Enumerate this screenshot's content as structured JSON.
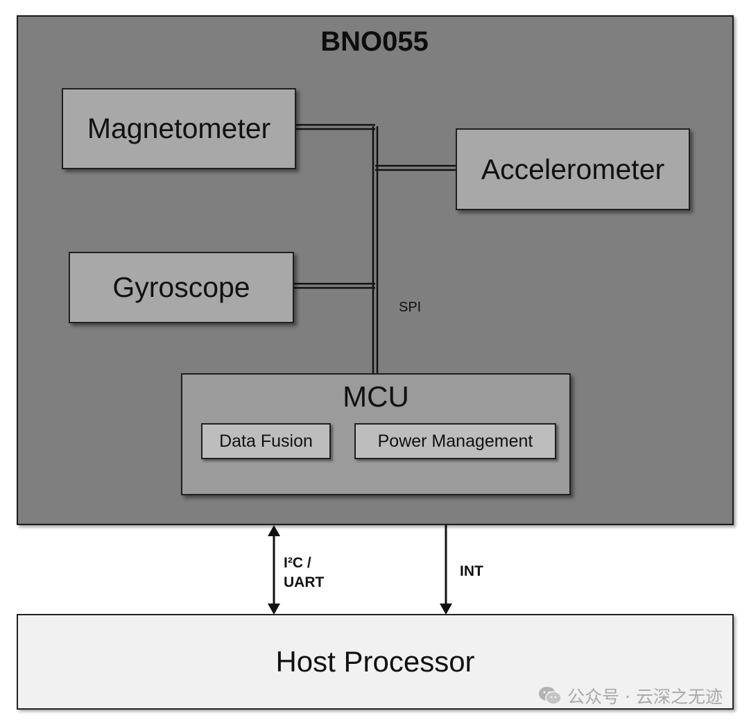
{
  "diagram": {
    "chip_title": "BNO055",
    "sensors": {
      "magnetometer": "Magnetometer",
      "accelerometer": "Accelerometer",
      "gyroscope": "Gyroscope"
    },
    "bus_label": "SPI",
    "mcu": {
      "title": "MCU",
      "data_fusion": "Data Fusion",
      "power_management": "Power Management"
    },
    "links": {
      "i2c_uart": "I²C / UART",
      "int": "INT"
    },
    "host": "Host Processor"
  },
  "watermark": {
    "text": "公众号 · 云深之无迹",
    "icon": "wechat-icon"
  },
  "colors": {
    "chip_bg": "#7f7f7f",
    "sensor_bg": "#a8a8a8",
    "mcu_bg": "#9b9b9b",
    "sub_bg": "#bdbdbd",
    "host_bg": "#f1f1f1"
  }
}
